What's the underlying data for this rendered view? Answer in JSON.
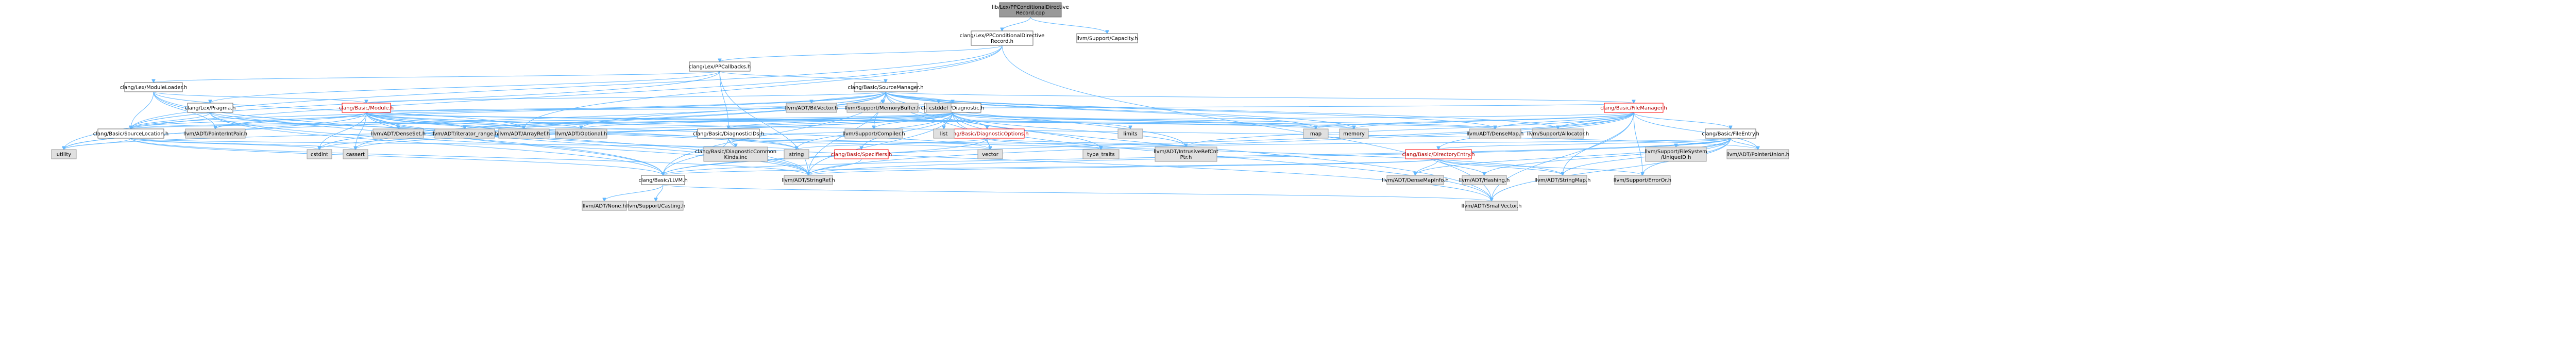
{
  "colors": {
    "edge": "#63b8ff",
    "root_fill": "#999999",
    "node_fill": "#ffffff",
    "external_fill": "#e0e0e0",
    "incomplete_border": "#ff0000"
  },
  "nodes": {
    "root": [
      "lib/Lex/PPConditionalDirective",
      "Record.cpp"
    ],
    "ppcdr_h": [
      "clang/Lex/PPConditionalDirective",
      "Record.h"
    ],
    "capacity": [
      "llvm/Support/Capacity.h"
    ],
    "ppcallbacks": [
      "clang/Lex/PPCallbacks.h"
    ],
    "moduleloader": [
      "clang/Lex/ModuleLoader.h"
    ],
    "sourcemanager": [
      "clang/Basic/SourceManager.h"
    ],
    "pragma": [
      "clang/Lex/Pragma.h"
    ],
    "module": [
      "clang/Basic/Module.h"
    ],
    "diagnostic": [
      "clang/Basic/Diagnostic.h"
    ],
    "filemanager": [
      "clang/Basic/FileManager.h"
    ],
    "sourcelocation": [
      "clang/Basic/SourceLocation.h"
    ],
    "diagnosticids": [
      "clang/Basic/DiagnosticIDs.h"
    ],
    "diagnosticoptions": [
      "clang/Basic/DiagnosticOptions.h"
    ],
    "specifiers": [
      "clang/Basic/Specifiers.h"
    ],
    "fileentry": [
      "clang/Basic/FileEntry.h"
    ],
    "directoryentry": [
      "clang/Basic/DirectoryEntry.h"
    ],
    "llvm_h": [
      "clang/Basic/LLVM.h"
    ],
    "diagcommonkinds": [
      "clang/Basic/DiagnosticCommon",
      "Kinds.inc"
    ],
    "bitvector": [
      "llvm/ADT/BitVector.h"
    ],
    "memorybuffer": [
      "llvm/Support/MemoryBuffer.h"
    ],
    "cstddef": [
      "cstddef"
    ],
    "pointerintpair": [
      "llvm/ADT/PointerIntPair.h"
    ],
    "densemapinfo": [
      "llvm/ADT/DenseMapInfo.h"
    ],
    "hashing": [
      "llvm/ADT/Hashing.h"
    ],
    "stringmap": [
      "llvm/ADT/StringMap.h"
    ],
    "stringref": [
      "llvm/ADT/StringRef.h"
    ],
    "smallvector": [
      "llvm/ADT/SmallVector.h"
    ],
    "erroror": [
      "llvm/Support/ErrorOr.h"
    ],
    "densemap": [
      "llvm/ADT/DenseMap.h"
    ],
    "allocator": [
      "llvm/Support/Allocator.h"
    ],
    "pointerunion": [
      "llvm/ADT/PointerUnion.h"
    ],
    "filesystem_uid": [
      "llvm/Support/FileSystem",
      "/UniqueID.h"
    ],
    "intrusiverefcntptr": [
      "llvm/ADT/IntrusiveRefCnt",
      "Ptr.h"
    ],
    "compiler": [
      "llvm/Support/Compiler.h"
    ],
    "optional": [
      "llvm/ADT/Optional.h"
    ],
    "arrayref": [
      "llvm/ADT/ArrayRef.h"
    ],
    "iterator_range": [
      "llvm/ADT/iterator_range.h"
    ],
    "denseset": [
      "llvm/ADT/DenseSet.h"
    ],
    "none": [
      "llvm/ADT/None.h"
    ],
    "casting": [
      "llvm/Support/Casting.h"
    ],
    "utility": [
      "utility"
    ],
    "cstdint": [
      "cstdint"
    ],
    "cassert": [
      "cassert"
    ],
    "string": [
      "string"
    ],
    "vector": [
      "vector"
    ],
    "type_traits": [
      "type_traits"
    ],
    "list": [
      "list"
    ],
    "limits": [
      "limits"
    ],
    "map": [
      "map"
    ],
    "memory": [
      "memory"
    ]
  }
}
